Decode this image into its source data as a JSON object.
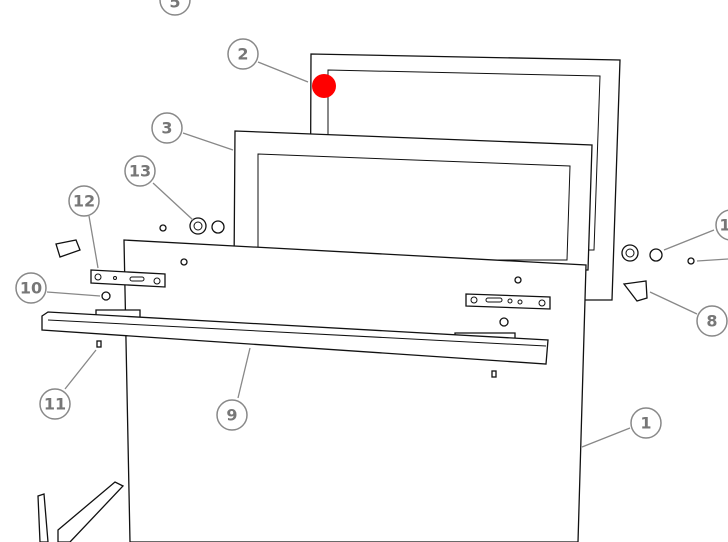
{
  "callouts": [
    {
      "id": "c5",
      "label": "5"
    },
    {
      "id": "c2",
      "label": "2"
    },
    {
      "id": "c3",
      "label": "3"
    },
    {
      "id": "c13",
      "label": "13"
    },
    {
      "id": "c12",
      "label": "12"
    },
    {
      "id": "c10",
      "label": "10"
    },
    {
      "id": "c11",
      "label": "11"
    },
    {
      "id": "c9",
      "label": "9"
    },
    {
      "id": "c1",
      "label": "1"
    },
    {
      "id": "c8",
      "label": "8"
    },
    {
      "id": "c1x",
      "label": "1"
    }
  ],
  "marker_color": "#ff0000"
}
